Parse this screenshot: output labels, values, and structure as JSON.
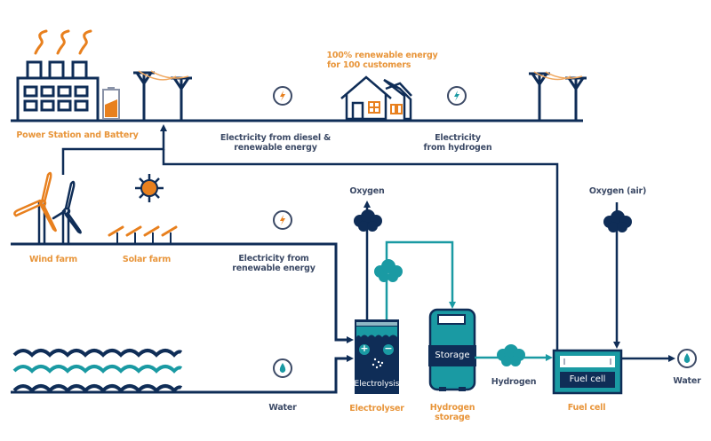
{
  "colors": {
    "navy": "#0f2d57",
    "teal": "#1a9aa3",
    "teal_light": "#2bb3ba",
    "orange": "#e8801e",
    "label_orange": "#e8953a",
    "label_navy": "#3c4a66"
  },
  "labels": {
    "power_station": "Power Station and Battery",
    "customers_line1": "100% renewable energy",
    "customers_line2": "for 100 customers",
    "elec_diesel_line1": "Electricity from diesel &",
    "elec_diesel_line2": "renewable energy",
    "elec_hydrogen_line1": "Electricity",
    "elec_hydrogen_line2": "from hydrogen",
    "wind_farm": "Wind farm",
    "solar_farm": "Solar farm",
    "elec_renewable_line1": "Electricity from",
    "elec_renewable_line2": "renewable energy",
    "oxygen": "Oxygen",
    "oxygen_air": "Oxygen (air)",
    "water_in": "Water",
    "electrolyser": "Electrolyser",
    "electrolysis": "Electrolysis",
    "storage": "Storage",
    "hydrogen_storage_line1": "Hydrogen",
    "hydrogen_storage_line2": "storage",
    "hydrogen": "Hydrogen",
    "fuel_cell_box": "Fuel cell",
    "fuel_cell": "Fuel cell",
    "water_out": "Water"
  },
  "icons": {
    "bolt": "⚡",
    "plus": "+",
    "minus": "−"
  }
}
